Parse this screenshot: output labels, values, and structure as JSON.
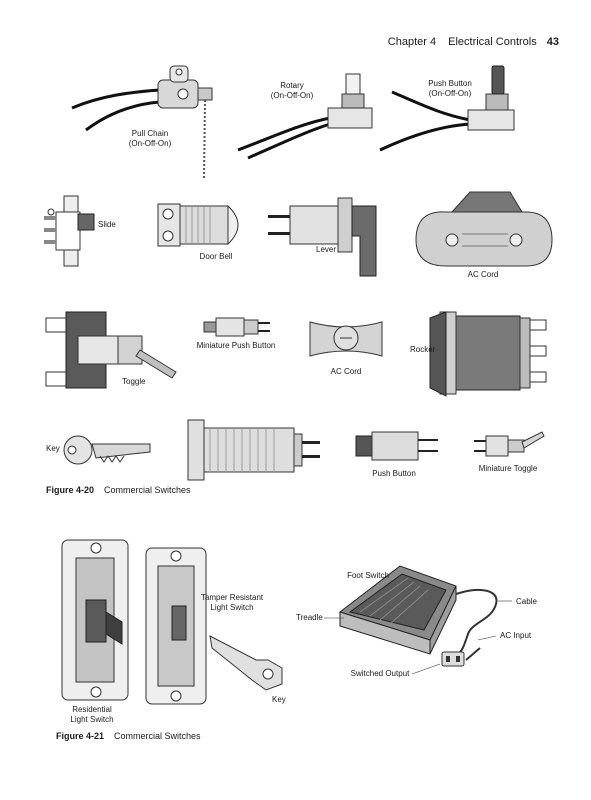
{
  "header": {
    "chapter": "Chapter 4",
    "title": "Electrical Controls",
    "page": "43"
  },
  "fig20": {
    "labels": {
      "pull_chain_1": "Pull Chain",
      "pull_chain_2": "(On-Off-On)",
      "rotary_1": "Rotary",
      "rotary_2": "(On-Off-On)",
      "push_button_1": "Push Button",
      "push_button_2": "(On-Off-On)",
      "slide": "Slide",
      "door_bell": "Door Bell",
      "lever": "Lever",
      "ac_cord_top": "AC Cord",
      "mini_push": "Miniature Push Button",
      "toggle": "Toggle",
      "ac_cord_mid": "AC Cord",
      "rocker": "Rocker",
      "key": "Key",
      "push_button_low": "Push Button",
      "mini_toggle": "Miniature Toggle"
    },
    "caption_num": "Figure 4-20",
    "caption_text": "Commercial Switches"
  },
  "fig21": {
    "labels": {
      "residential_1": "Residential",
      "residential_2": "Light Switch",
      "tamper_1": "Tamper Resistant",
      "tamper_2": "Light Switch",
      "key": "Key",
      "foot_switch": "Foot Switch",
      "treadle": "Treadle",
      "cable": "Cable",
      "ac_input": "AC Input",
      "switched_output": "Switched Output"
    },
    "caption_num": "Figure 4-21",
    "caption_text": "Commercial Switches"
  }
}
